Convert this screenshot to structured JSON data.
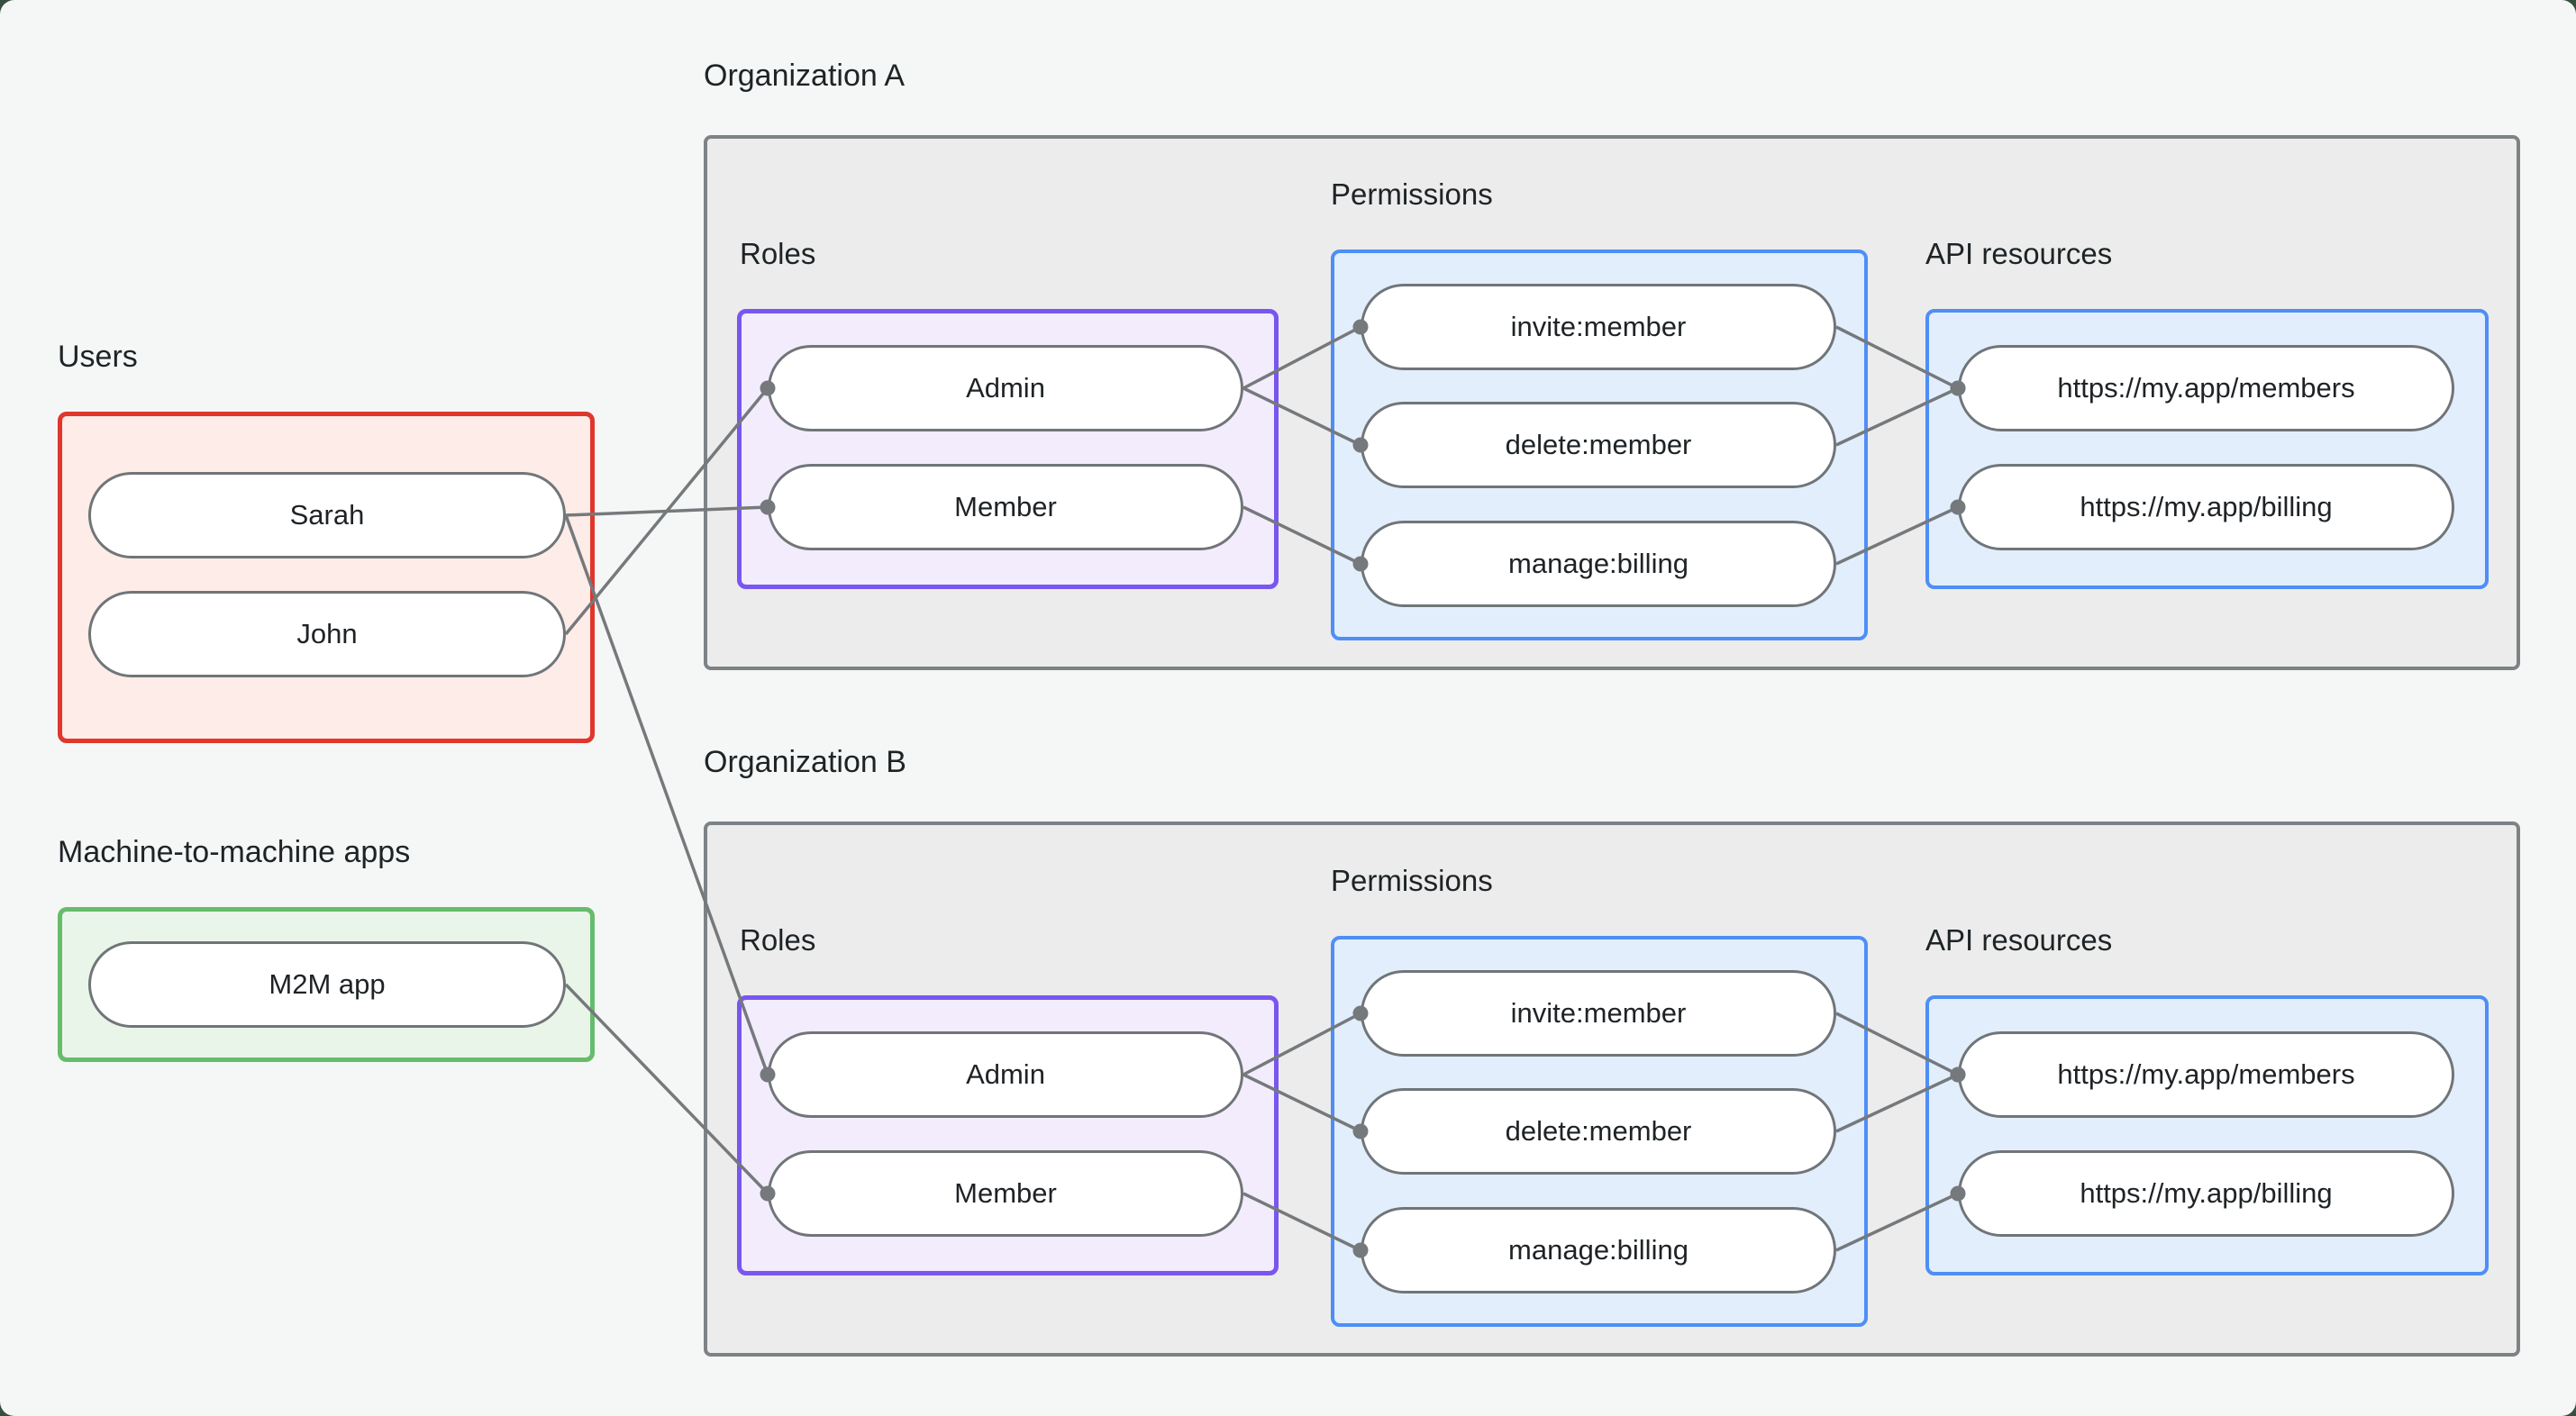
{
  "diagram": {
    "users": {
      "label": "Users",
      "items": [
        {
          "id": "sarah",
          "label": "Sarah"
        },
        {
          "id": "john",
          "label": "John"
        }
      ]
    },
    "m2m": {
      "label": "Machine-to-machine apps",
      "items": [
        {
          "id": "m2m-app",
          "label": "M2M app"
        }
      ]
    },
    "orgs": [
      {
        "label": "Organization A",
        "roles": {
          "label": "Roles",
          "items": [
            {
              "id": "orgA-admin",
              "label": "Admin"
            },
            {
              "id": "orgA-member",
              "label": "Member"
            }
          ]
        },
        "permissions": {
          "label": "Permissions",
          "items": [
            {
              "id": "orgA-invite",
              "label": "invite:member"
            },
            {
              "id": "orgA-delete",
              "label": "delete:member"
            },
            {
              "id": "orgA-manage",
              "label": "manage:billing"
            }
          ]
        },
        "api": {
          "label": "API resources",
          "items": [
            {
              "id": "orgA-members",
              "label": "https://my.app/members"
            },
            {
              "id": "orgA-billing",
              "label": "https://my.app/billing"
            }
          ]
        }
      },
      {
        "label": "Organization B",
        "roles": {
          "label": "Roles",
          "items": [
            {
              "id": "orgB-admin",
              "label": "Admin"
            },
            {
              "id": "orgB-member",
              "label": "Member"
            }
          ]
        },
        "permissions": {
          "label": "Permissions",
          "items": [
            {
              "id": "orgB-invite",
              "label": "invite:member"
            },
            {
              "id": "orgB-delete",
              "label": "delete:member"
            },
            {
              "id": "orgB-manage",
              "label": "manage:billing"
            }
          ]
        },
        "api": {
          "label": "API resources",
          "items": [
            {
              "id": "orgB-members",
              "label": "https://my.app/members"
            },
            {
              "id": "orgB-billing",
              "label": "https://my.app/billing"
            }
          ]
        }
      }
    ]
  },
  "edges": [
    {
      "from": "john",
      "to": "orgA-admin"
    },
    {
      "from": "sarah",
      "to": "orgA-member"
    },
    {
      "from": "sarah",
      "to": "orgB-admin"
    },
    {
      "from": "m2m-app",
      "to": "orgB-member"
    },
    {
      "from": "orgA-admin",
      "to": "orgA-invite"
    },
    {
      "from": "orgA-admin",
      "to": "orgA-delete"
    },
    {
      "from": "orgA-member",
      "to": "orgA-manage"
    },
    {
      "from": "orgA-invite",
      "to": "orgA-members"
    },
    {
      "from": "orgA-delete",
      "to": "orgA-members"
    },
    {
      "from": "orgA-manage",
      "to": "orgA-billing"
    },
    {
      "from": "orgB-admin",
      "to": "orgB-invite"
    },
    {
      "from": "orgB-admin",
      "to": "orgB-delete"
    },
    {
      "from": "orgB-member",
      "to": "orgB-manage"
    },
    {
      "from": "orgB-invite",
      "to": "orgB-members"
    },
    {
      "from": "orgB-delete",
      "to": "orgB-members"
    },
    {
      "from": "orgB-manage",
      "to": "orgB-billing"
    }
  ],
  "colors": {
    "backdrop": "#35503f",
    "surface": "#f5f7f6",
    "users_border": "#e0362c",
    "users_fill": "#fdece8",
    "m2m_border": "#67bc6b",
    "m2m_fill": "#eaf5ea",
    "org_border": "#7d8285",
    "org_fill": "#ececec",
    "roles_border": "#7a56f0",
    "roles_fill": "#f2ecfd",
    "permissions_border": "#4e8ef6",
    "permissions_fill": "#e2eefc",
    "pill_border": "#707578",
    "pill_fill": "#ffffff",
    "edge": "#75797c",
    "text": "#1e2326"
  }
}
